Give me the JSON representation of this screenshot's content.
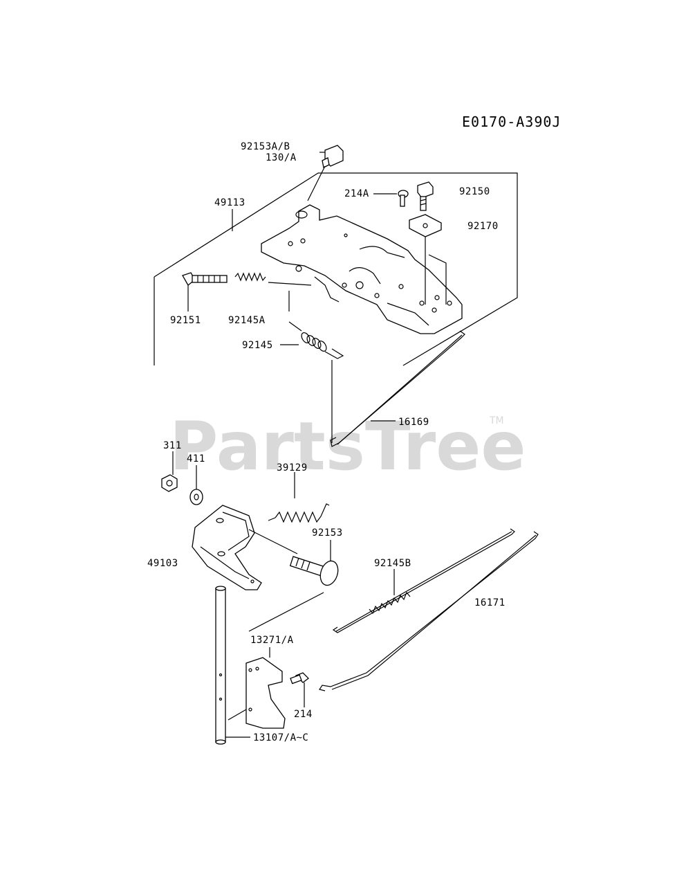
{
  "diagram": {
    "code": "E0170-A390J",
    "watermark": "PartsTree",
    "watermark_tm": "TM",
    "labels": {
      "p92153AB": "92153A/B",
      "p130A": "130/A",
      "p214A": "214A",
      "p92150": "92150",
      "p49113": "49113",
      "p92170": "92170",
      "p92151": "92151",
      "p92145A": "92145A",
      "p92145": "92145",
      "p16169": "16169",
      "p311": "311",
      "p411": "411",
      "p39129": "39129",
      "p92153": "92153",
      "p49103": "49103",
      "p92145B": "92145B",
      "p16171": "16171",
      "p13271A": "13271/A",
      "p214": "214",
      "p13107": "13107/A~C"
    }
  }
}
